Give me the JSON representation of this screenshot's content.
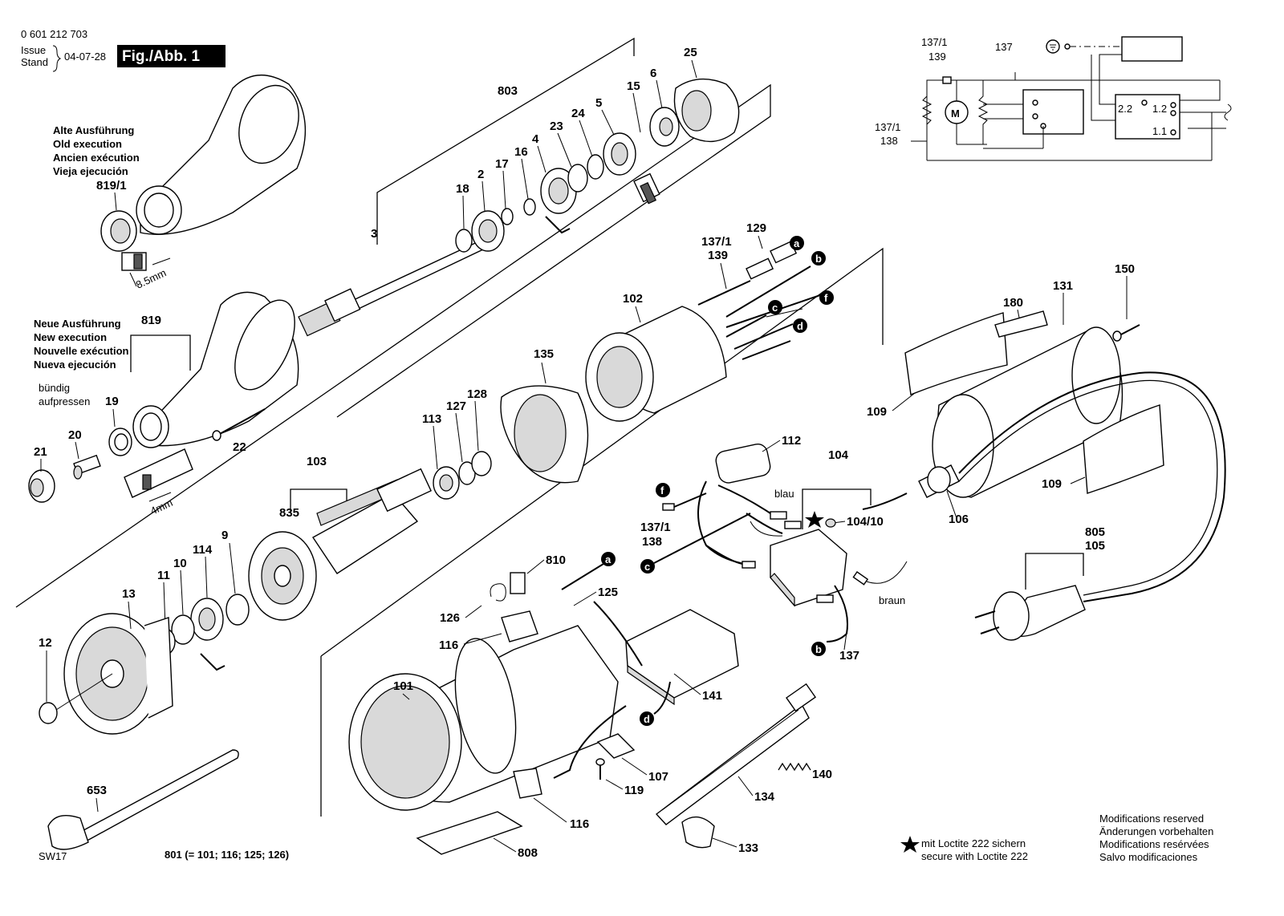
{
  "header": {
    "part_number": "0 601 212 703",
    "issue_label": "Issue",
    "stand_label": "Stand",
    "issue_date": "04-07-28",
    "figure_label": "Fig./Abb. 1"
  },
  "old_execution": {
    "line1": "Alte Ausführung",
    "line2": "Old execution",
    "line3": "Ancien exécution",
    "line4": "Vieja ejecución",
    "part": "819/1",
    "dimension": "8.5mm"
  },
  "new_execution": {
    "line1": "Neue Ausführung",
    "line2": "New execution",
    "line3": "Nouvelle exécution",
    "line4": "Nueva ejecución",
    "part": "819",
    "note1": "bündig",
    "note2": "aufpressen",
    "dimension": "4mm"
  },
  "parts": {
    "p803": "803",
    "p25": "25",
    "p6": "6",
    "p15": "15",
    "p5": "5",
    "p24": "24",
    "p23": "23",
    "p4": "4",
    "p16": "16",
    "p17": "17",
    "p2": "2",
    "p18": "18",
    "p3": "3",
    "p129": "129",
    "p137_1a": "137/1",
    "p139a": "139",
    "p102": "102",
    "p135": "135",
    "p128": "128",
    "p127": "127",
    "p113": "113",
    "p19": "19",
    "p20": "20",
    "p21": "21",
    "p22": "22",
    "p103": "103",
    "p835": "835",
    "p9": "9",
    "p114": "114",
    "p10": "10",
    "p11": "11",
    "p13": "13",
    "p12": "12",
    "p150": "150",
    "p131": "131",
    "p180": "180",
    "p109a": "109",
    "p109b": "109",
    "p106": "106",
    "p112": "112",
    "p104": "104",
    "p104_10": "104/10",
    "p137_1b": "137/1",
    "p138": "138",
    "p810": "810",
    "p125": "125",
    "p126": "126",
    "p116a": "116",
    "p137": "137",
    "p141": "141",
    "p101": "101",
    "p107": "107",
    "p119": "119",
    "p140": "140",
    "p134": "134",
    "p133": "133",
    "p116b": "116",
    "p808": "808",
    "p653": "653",
    "p805": "805",
    "p105": "105"
  },
  "wire_labels": {
    "a": "a",
    "b": "b",
    "c": "c",
    "d": "d",
    "f": "f",
    "blau": "blau",
    "braun": "braun"
  },
  "schematic": {
    "l137_1": "137/1",
    "l139": "139",
    "l137": "137",
    "l137_1b": "137/1",
    "l138": "138",
    "motor": "M",
    "t22": "2.2",
    "t12": "1.2",
    "t11": "1.1"
  },
  "footer": {
    "sw": "SW17",
    "assembly": "801 (= 101; 116; 125; 126)",
    "loctite_de": "mit Loctite 222 sichern",
    "loctite_en": "secure with Loctite 222",
    "mod_en": "Modifications reserved",
    "mod_de": "Änderungen vorbehalten",
    "mod_fr": "Modifications resérvées",
    "mod_es": "Salvo modificaciones"
  },
  "icons": [
    "star-icon",
    "ground-icon",
    "resistor-icon",
    "motor-icon",
    "plug-icon",
    "wrench-icon"
  ]
}
